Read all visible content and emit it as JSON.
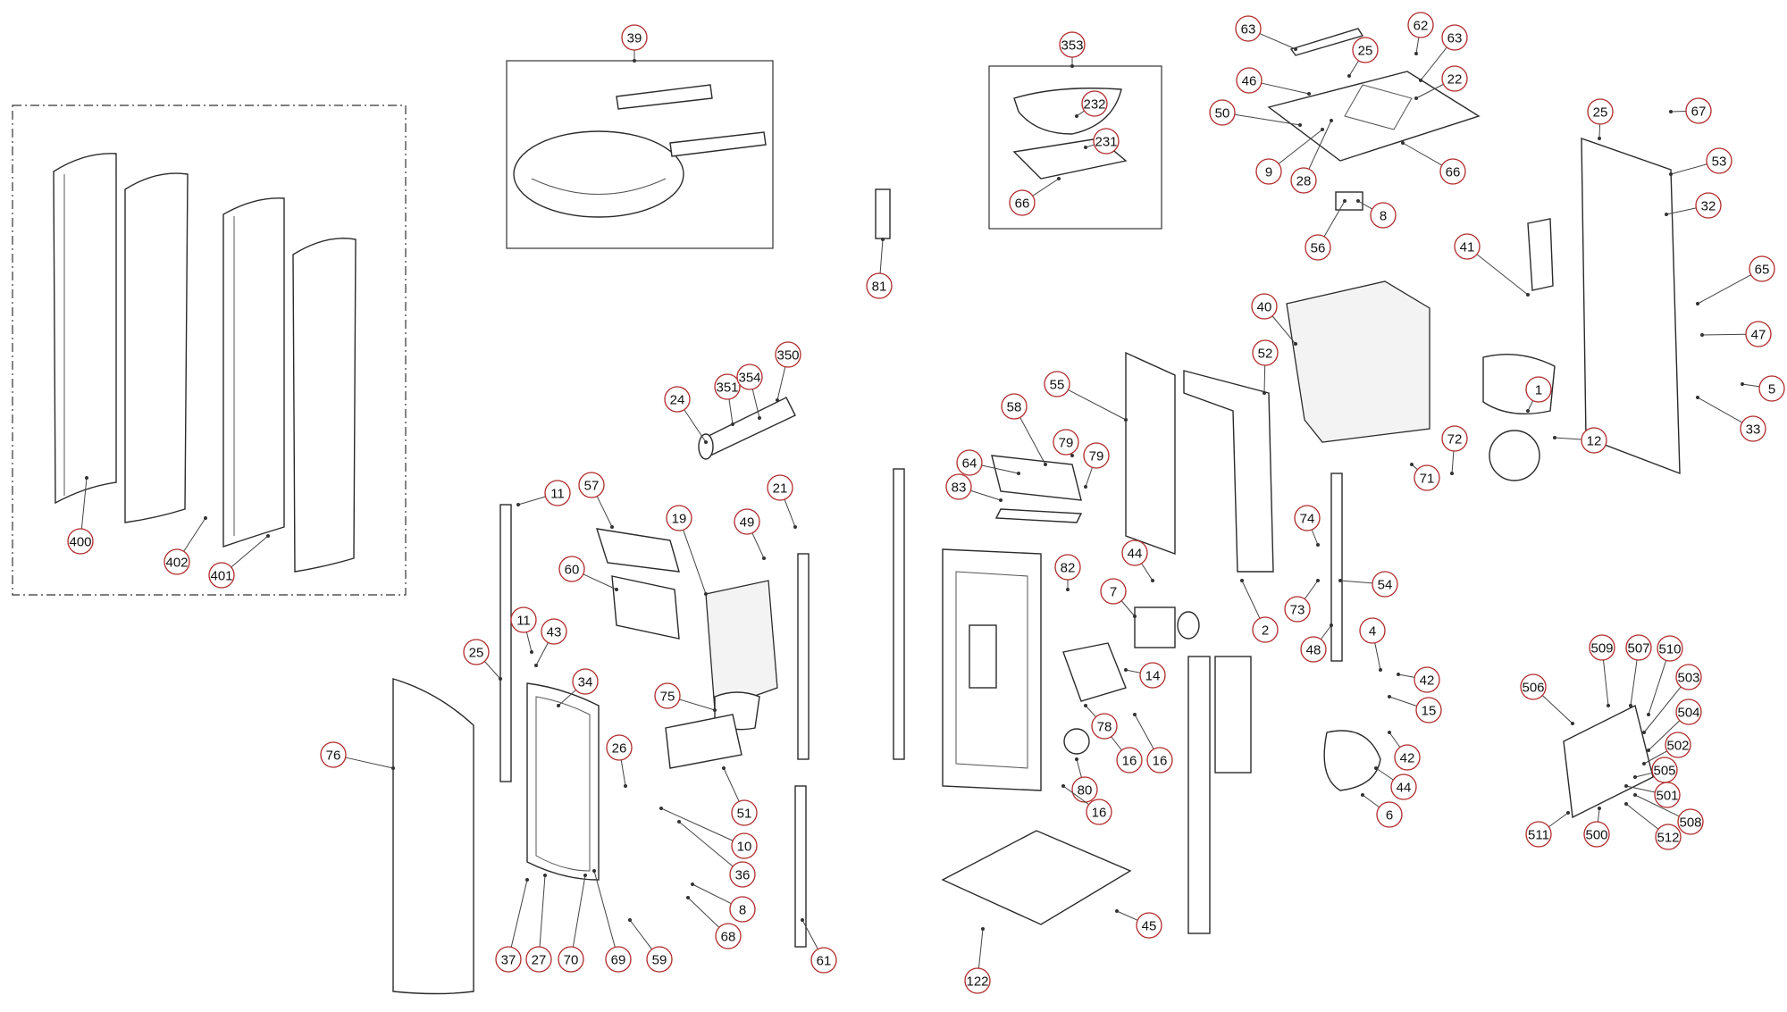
{
  "callouts": [
    "39",
    "353",
    "63",
    "62",
    "25",
    "63",
    "22",
    "46",
    "50",
    "9",
    "28",
    "66",
    "8",
    "56",
    "66",
    "232",
    "231",
    "25",
    "67",
    "53",
    "32",
    "41",
    "65",
    "47",
    "5",
    "33",
    "1",
    "12",
    "72",
    "71",
    "40",
    "52",
    "55",
    "58",
    "79",
    "79",
    "64",
    "83",
    "82",
    "44",
    "7",
    "14",
    "16",
    "16",
    "78",
    "80",
    "16",
    "11",
    "57",
    "19",
    "49",
    "21",
    "60",
    "11",
    "43",
    "25",
    "34",
    "76",
    "75",
    "51",
    "26",
    "10",
    "36",
    "8",
    "68",
    "59",
    "69",
    "70",
    "27",
    "37",
    "61",
    "81",
    "24",
    "351",
    "354",
    "350",
    "74",
    "73",
    "48",
    "54",
    "2",
    "4",
    "42",
    "15",
    "42",
    "44",
    "6",
    "45",
    "122",
    "506",
    "509",
    "507",
    "510",
    "503",
    "504",
    "502",
    "505",
    "501",
    "508",
    "511",
    "500",
    "512",
    "400",
    "402",
    "401"
  ],
  "colors": {
    "callout_ring": "#b02a2a",
    "line": "#2b2b2b"
  }
}
